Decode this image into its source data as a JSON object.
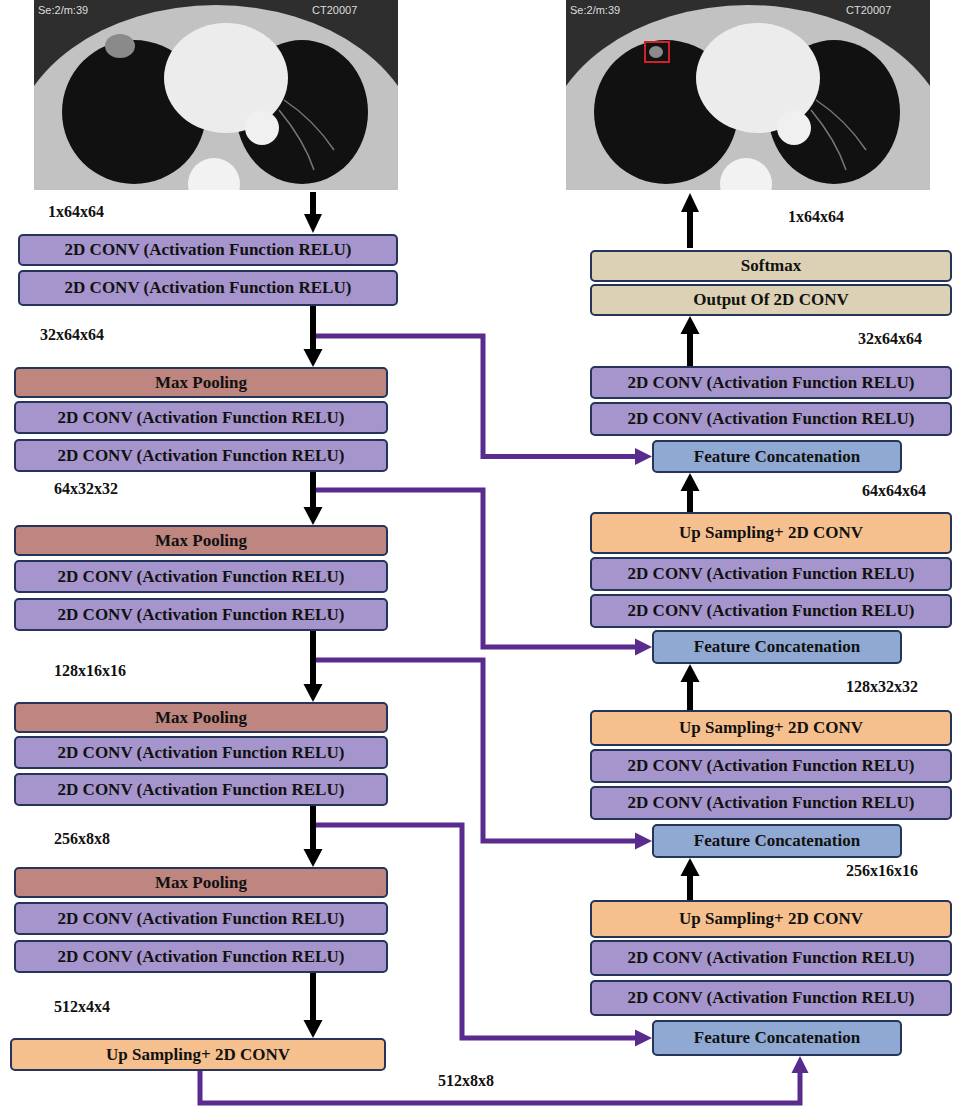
{
  "diagram": {
    "nodes": [
      {
        "text": [
          "2D CONV (Activation Function RELU)"
        ]
      },
      {
        "text": [
          "2D CONV (Activation Function RELU)"
        ]
      },
      {
        "text": [
          "Max Pooling"
        ]
      },
      {
        "text": [
          "2D CONV (Activation Function RELU)"
        ]
      },
      {
        "text": [
          "2D CONV (Activation Function RELU)"
        ]
      },
      {
        "text": [
          "Max Pooling"
        ]
      },
      {
        "text": [
          "2D CONV (Activation Function RELU)"
        ]
      },
      {
        "text": [
          "2D CONV (Activation Function RELU)"
        ]
      },
      {
        "text": [
          "Max Pooling"
        ]
      },
      {
        "text": [
          "2D CONV (Activation Function RELU)"
        ]
      },
      {
        "text": [
          "2D CONV (Activation Function RELU)"
        ]
      },
      {
        "text": [
          "Max Pooling"
        ]
      },
      {
        "text": [
          "2D CONV (Activation Function RELU)"
        ]
      },
      {
        "text": [
          "2D CONV (Activation Function RELU)"
        ]
      },
      {
        "text": [
          "Up Sampling+ 2D CONV"
        ]
      },
      {
        "text": [
          "Softmax"
        ]
      },
      {
        "text": [
          "Output Of 2D CONV"
        ]
      },
      {
        "text": [
          "2D CONV (Activation Function RELU)"
        ]
      },
      {
        "text": [
          "2D CONV (Activation Function RELU)"
        ]
      },
      {
        "text": [
          "Feature Concatenation"
        ]
      },
      {
        "text": [
          "Up Sampling+ 2D CONV"
        ]
      },
      {
        "text": [
          "2D CONV (Activation Function RELU)"
        ]
      },
      {
        "text": [
          "2D CONV (Activation Function RELU)"
        ]
      },
      {
        "text": [
          "Feature Concatenation"
        ]
      },
      {
        "text": [
          "Up Sampling+ 2D CONV"
        ]
      },
      {
        "text": [
          "2D CONV (Activation Function RELU)"
        ]
      },
      {
        "text": [
          "2D CONV (Activation Function RELU)"
        ]
      },
      {
        "text": [
          "Feature Concatenation"
        ]
      },
      {
        "text": [
          "Up Sampling+ 2D CONV"
        ]
      },
      {
        "text": [
          "2D CONV (Activation Function RELU)"
        ]
      },
      {
        "text": [
          "2D CONV (Activation Function RELU)"
        ]
      },
      {
        "text": [
          "Feature Concatenation"
        ]
      }
    ],
    "edges": [
      {
        "from": 1,
        "to": 2,
        "arrow": "to"
      },
      {
        "from": 4,
        "to": 5,
        "arrow": "to"
      },
      {
        "from": 7,
        "to": 8,
        "arrow": "to"
      },
      {
        "from": 10,
        "to": 11,
        "arrow": "to"
      },
      {
        "from": 13,
        "to": 14,
        "arrow": "to"
      },
      {
        "from": 14,
        "to": 31,
        "arrow": "to"
      },
      {
        "from": 28,
        "to": 27,
        "arrow": "to"
      },
      {
        "from": 24,
        "to": 23,
        "arrow": "to"
      },
      {
        "from": 20,
        "to": 19,
        "arrow": "to"
      },
      {
        "from": 17,
        "to": 16,
        "arrow": "to"
      },
      {
        "from": 1,
        "to": 19,
        "arrow": "to"
      },
      {
        "from": 4,
        "to": 23,
        "arrow": "to"
      },
      {
        "from": 7,
        "to": 27,
        "arrow": "to"
      },
      {
        "from": 10,
        "to": 31,
        "arrow": "to"
      }
    ],
    "labels": [
      "Se:2/m:39",
      "CT20007",
      "Se:2/m:39",
      "CT20007",
      "1x64x64",
      "32x64x64",
      "64x32x32",
      "128x16x16",
      "256x8x8",
      "512x4x4",
      "512x8x8",
      "1x64x64",
      "32x64x64",
      "64x64x64",
      "128x32x32",
      "256x16x16"
    ]
  }
}
